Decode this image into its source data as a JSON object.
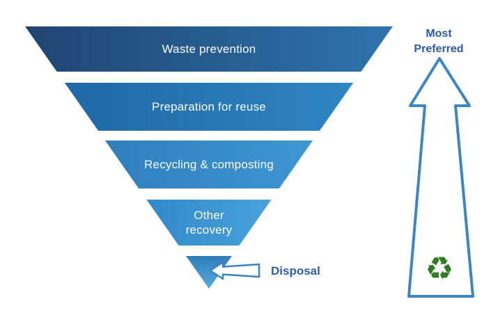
{
  "diagram": {
    "background": "#ffffff",
    "label_text_color": "#ffffff",
    "levels": [
      {
        "lines": [
          "Waste prevention"
        ],
        "color_from": "#1f4472",
        "color_to": "#2d74ad"
      },
      {
        "lines": [
          "Preparation for reuse"
        ],
        "color_from": "#1e68a5",
        "color_to": "#2e86c2"
      },
      {
        "lines": [
          "Recycling & composting"
        ],
        "color_from": "#2d80bd",
        "color_to": "#3e96d3"
      },
      {
        "lines": [
          "Other",
          "recovery"
        ],
        "color_from": "#3289c8",
        "color_to": "#48a2dc"
      }
    ],
    "disposal": {
      "label": "Disposal",
      "label_color": "#2e5fae",
      "triangle_color_from": "#2e7cb9",
      "triangle_color_to": "#55acdf",
      "arrow_fill": "#ffffff",
      "arrow_stroke": "#3b82c4"
    },
    "preference_arrow": {
      "lines": [
        "Most",
        "Preferred"
      ],
      "label_color": "#2b5aa9",
      "arrow_fill": "#ffffff",
      "arrow_stroke": "#3b86c6",
      "recycle_icon": "♻",
      "recycle_color": "#2e7d22"
    }
  }
}
